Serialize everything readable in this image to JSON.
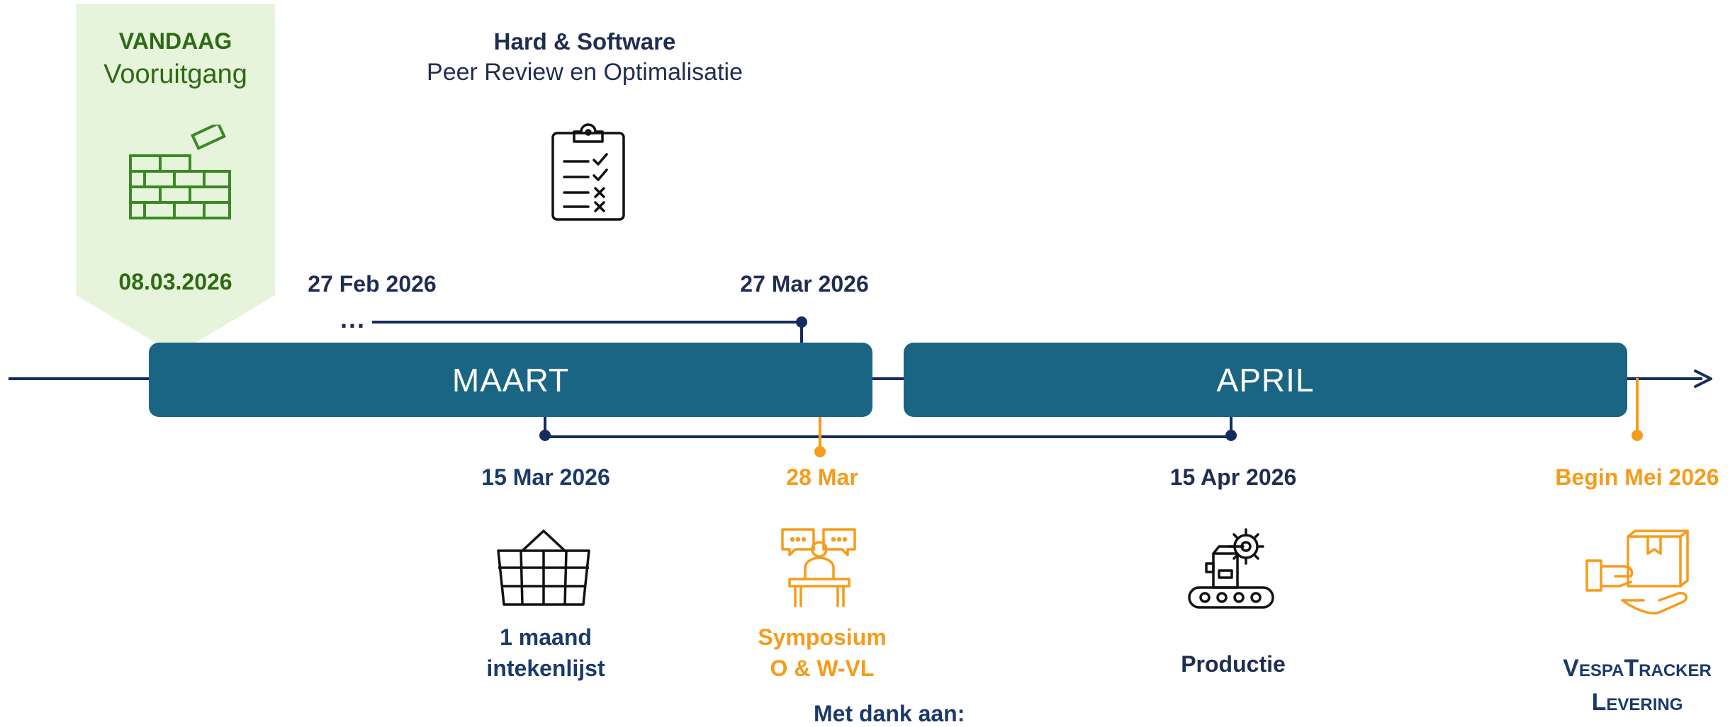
{
  "today": {
    "heading": "VANDAAG",
    "subheading": "Vooruitgang",
    "date": "08.03.2026",
    "icon": "brick-wall-icon"
  },
  "milestone_top": {
    "title": "Hard & Software",
    "subtitle": "Peer Review en Optimalisatie",
    "icon": "clipboard-checklist-icon",
    "start_date": "27 Feb 2026",
    "end_date": "27 Mar 2026",
    "ellipsis": "..."
  },
  "months": [
    "MAART",
    "APRIL"
  ],
  "bottom_milestones": [
    {
      "date": "15 Mar 2026",
      "label_line1": "1 maand",
      "label_line2": "intekenlijst",
      "icon": "shopping-basket-icon",
      "color": "#1b3a6b"
    },
    {
      "date": "28 Mar",
      "label_line1": "Symposium",
      "label_line2": "O & W-VL",
      "icon": "presentation-speaker-icon",
      "color": "#f59c1a"
    },
    {
      "date": "15 Apr 2026",
      "label_line1": "Productie",
      "label_line2": "",
      "icon": "conveyor-production-icon",
      "color": "#1b3a6b"
    },
    {
      "date": "Begin Mei 2026",
      "label_line1": "VespaTracker",
      "label_line2": "Levering",
      "icon": "hand-package-icon",
      "color": "#f59c1a"
    }
  ],
  "footer_partial": "Met dank aan:",
  "colors": {
    "navy": "#152c5e",
    "month_bar": "#1b6584",
    "today_bg": "#e6f4dc",
    "today_green": "#2f6a12",
    "accent_orange": "#f59c1a"
  }
}
